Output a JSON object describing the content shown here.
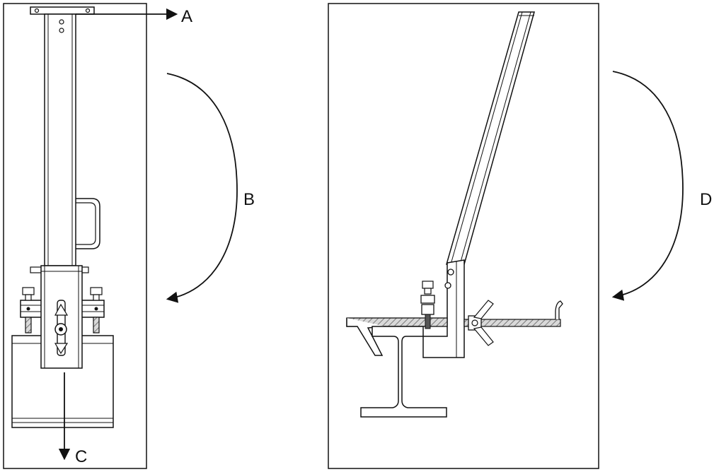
{
  "callouts": {
    "a": "A",
    "b": "B",
    "c": "C",
    "d": "D"
  },
  "colors": {
    "line": "#111111",
    "fill": "#ffffff",
    "hatch": "#9a9a9a"
  }
}
